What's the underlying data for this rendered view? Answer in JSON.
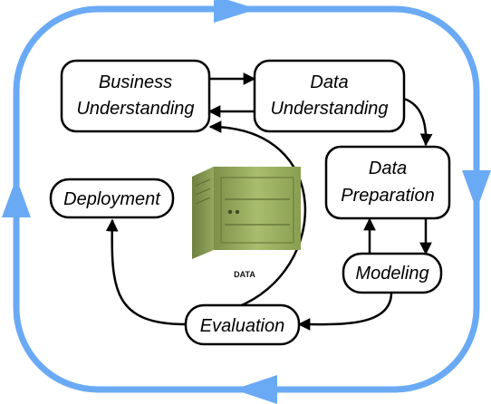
{
  "colors": {
    "cycle": "#6aaaf5",
    "node_border": "#000000",
    "node_fill": "#ffffff",
    "server_body": "#9aae60",
    "server_dark": "#5d6e35"
  },
  "icon": "server-icon",
  "nodes": {
    "business_understanding": {
      "line1": "Business",
      "line2": "Understanding"
    },
    "data_understanding": {
      "line1": "Data",
      "line2": "Understanding"
    },
    "data_preparation": {
      "line1": "Data",
      "line2": "Preparation"
    },
    "modeling": {
      "label": "Modeling"
    },
    "evaluation": {
      "label": "Evaluation"
    },
    "deployment": {
      "label": "Deployment"
    }
  },
  "server": {
    "label": "DATA"
  }
}
